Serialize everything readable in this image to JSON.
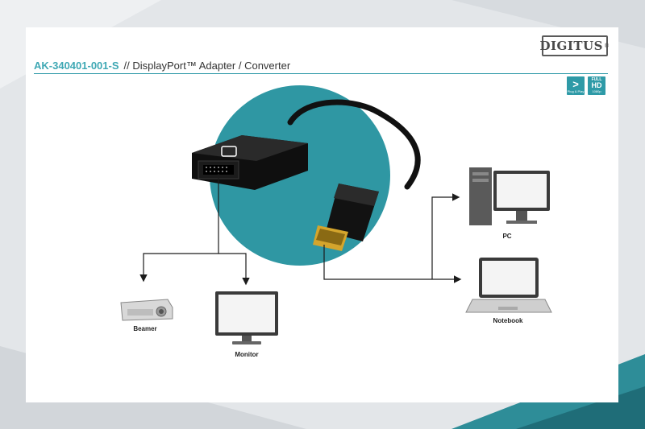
{
  "brand": {
    "logo_text": "DIGITUS",
    "logo_mark": "®"
  },
  "product": {
    "code": "AK-340401-001-S",
    "title": "// DisplayPort™ Adapter / Converter"
  },
  "badges": {
    "plug_play": {
      "symbol": ">",
      "text": "Plug & Play"
    },
    "full_hd": {
      "top": "FULL",
      "main": "HD",
      "sub": "1080p"
    }
  },
  "devices": {
    "beamer": "Beamer",
    "monitor": "Monitor",
    "pc": "PC",
    "notebook": "Notebook"
  },
  "colors": {
    "accent": "#3fa8b4",
    "circle": "#2f97a3",
    "background": "#e3e6e9",
    "arrow": "#1c1c1c"
  }
}
